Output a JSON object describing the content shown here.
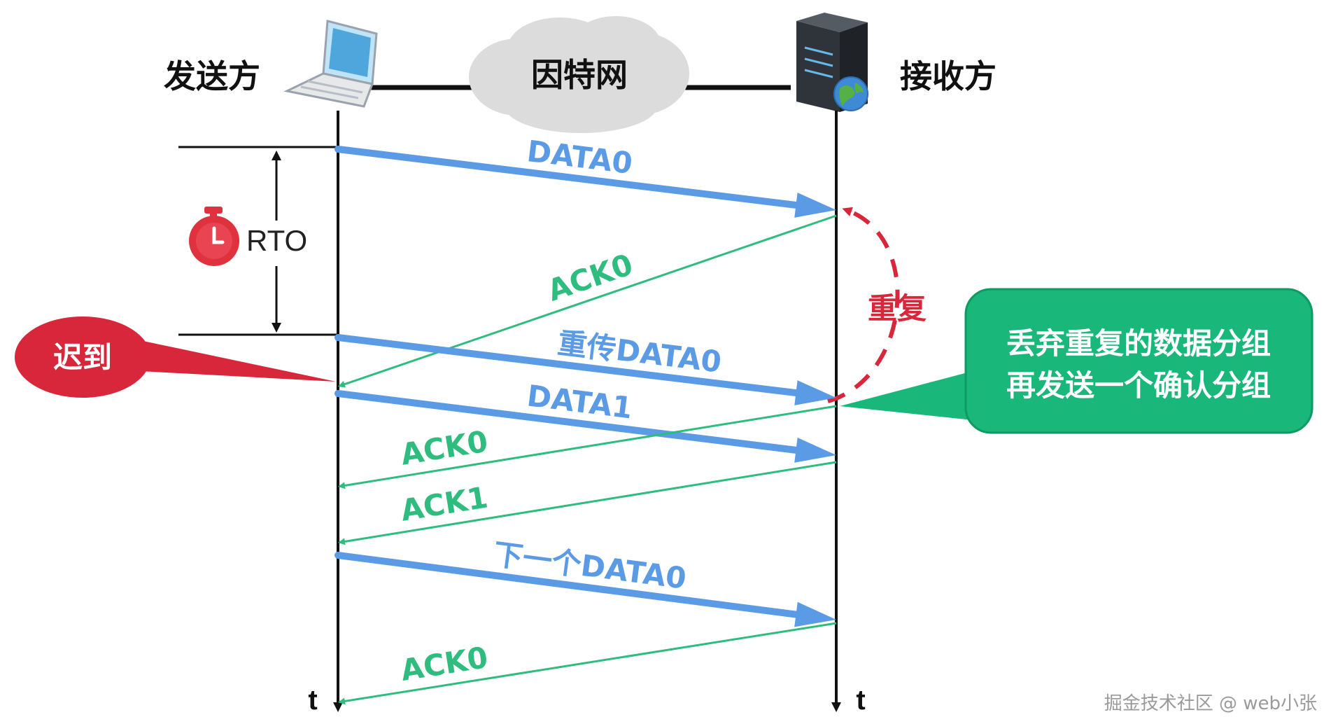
{
  "sender": {
    "label": "发送方"
  },
  "receiver": {
    "label": "接收方"
  },
  "network": {
    "label": "因特网"
  },
  "rto": {
    "label": "RTO"
  },
  "late": {
    "label": "迟到"
  },
  "duplicate": {
    "label": "重复"
  },
  "note": {
    "line1": "丢弃重复的数据分组",
    "line2": "再发送一个确认分组"
  },
  "time_axis": {
    "sender_t": "t",
    "receiver_t": "t"
  },
  "messages": [
    {
      "label": "DATA0",
      "kind": "data"
    },
    {
      "label": "ACK0",
      "kind": "ack"
    },
    {
      "label": "重传DATA0",
      "kind": "data"
    },
    {
      "label": "DATA1",
      "kind": "data"
    },
    {
      "label": "ACK0",
      "kind": "ack"
    },
    {
      "label": "ACK1",
      "kind": "ack"
    },
    {
      "label": "下一个DATA0",
      "kind": "data"
    },
    {
      "label": "ACK0",
      "kind": "ack"
    }
  ],
  "watermark": "掘金技术社区 @ web小张",
  "colors": {
    "data": "#5b9be6",
    "ack": "#2ebd7f",
    "alert": "#d8263a",
    "note_bg": "#19b77a"
  }
}
